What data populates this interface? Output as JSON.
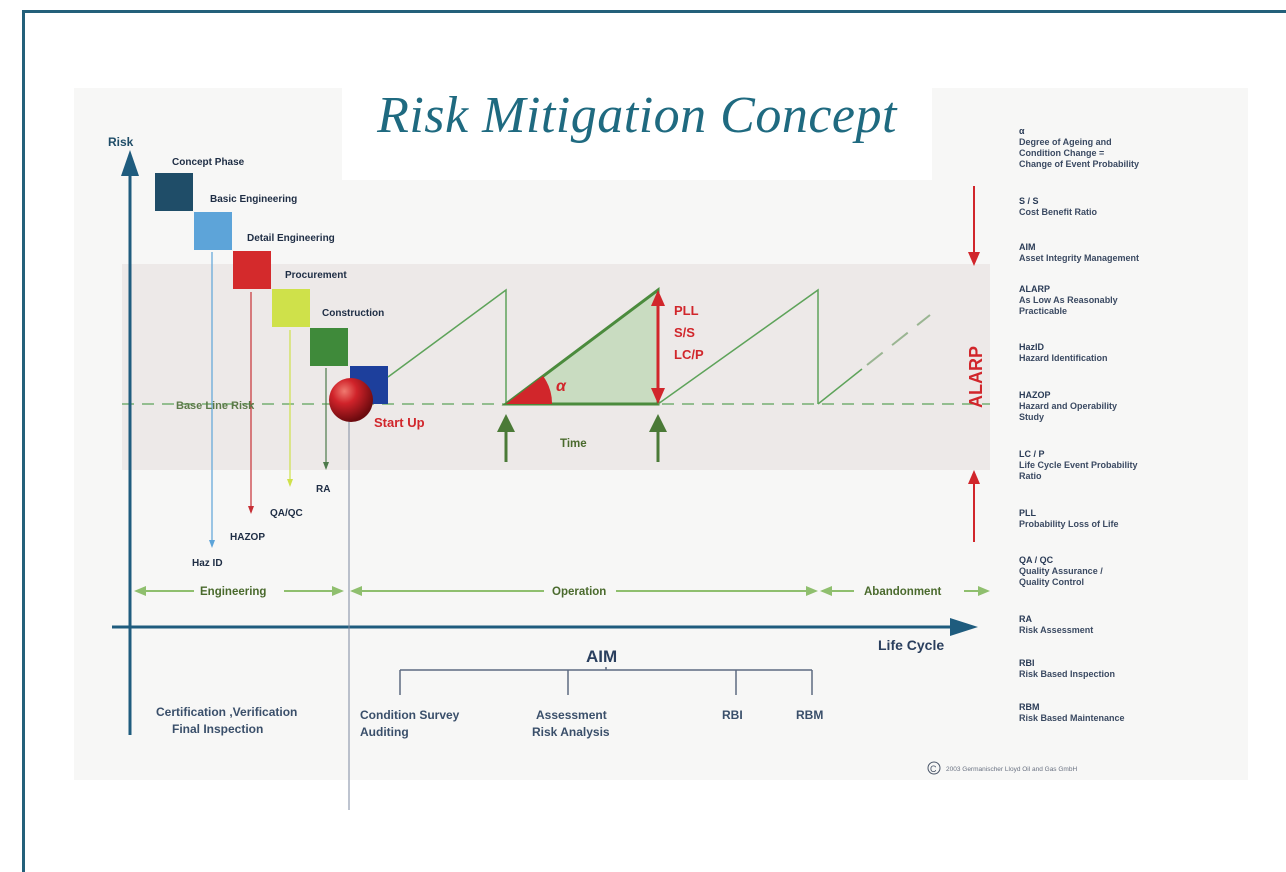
{
  "title": "Risk Mitigation Concept",
  "axes": {
    "y_label": "Risk",
    "x_label": "Life Cycle"
  },
  "phases": [
    "Concept Phase",
    "Basic Engineering",
    "Detail Engineering",
    "Procurement",
    "Construction"
  ],
  "phase_colors": [
    "#1f4d68",
    "#5da4d9",
    "#d42a2c",
    "#cfe14a",
    "#3f8a3a",
    "#1d3f9c"
  ],
  "base_line_risk": "Base Line Risk",
  "start_up": "Start Up",
  "time_label": "Time",
  "alpha": "α",
  "alarp": "ALARP",
  "triangle_labels": [
    "PLL",
    "S/S",
    "LC/P"
  ],
  "activity_labels": [
    "RA",
    "QA/QC",
    "HAZOP",
    "Haz ID"
  ],
  "stages": {
    "engineering": "Engineering",
    "operation": "Operation",
    "abandonment": "Abandonment"
  },
  "aim": {
    "label": "AIM",
    "items": [
      "Condition Survey",
      "Auditing",
      "Assessment",
      "Risk Analysis",
      "RBI",
      "RBM"
    ]
  },
  "certification": [
    "Certification ,Verification",
    "Final Inspection"
  ],
  "legend": [
    {
      "key": "α",
      "lines": [
        "Degree of Ageing and",
        "Condition Change =",
        "Change of Event Probability"
      ]
    },
    {
      "key": "S / S",
      "lines": [
        "Cost Benefit Ratio"
      ]
    },
    {
      "key": "AIM",
      "lines": [
        "Asset Integrity Management"
      ]
    },
    {
      "key": "ALARP",
      "lines": [
        "As Low As Reasonably",
        "Practicable"
      ]
    },
    {
      "key": "HazID",
      "lines": [
        "Hazard Identification"
      ]
    },
    {
      "key": "HAZOP",
      "lines": [
        "Hazard and Operability",
        "Study"
      ]
    },
    {
      "key": "LC / P",
      "lines": [
        "Life Cycle Event Probability",
        "Ratio"
      ]
    },
    {
      "key": "PLL",
      "lines": [
        "Probability Loss of Life"
      ]
    },
    {
      "key": "QA / QC",
      "lines": [
        "Quality Assurance /",
        "Quality Control"
      ]
    },
    {
      "key": "RA",
      "lines": [
        "Risk Assessment"
      ]
    },
    {
      "key": "RBI",
      "lines": [
        "Risk Based Inspection"
      ]
    },
    {
      "key": "RBM",
      "lines": [
        "Risk Based Maintenance"
      ]
    }
  ],
  "copyright_symbol": "C",
  "copyright": "2003  Germanischer Lloyd Oil and Gas GmbH"
}
